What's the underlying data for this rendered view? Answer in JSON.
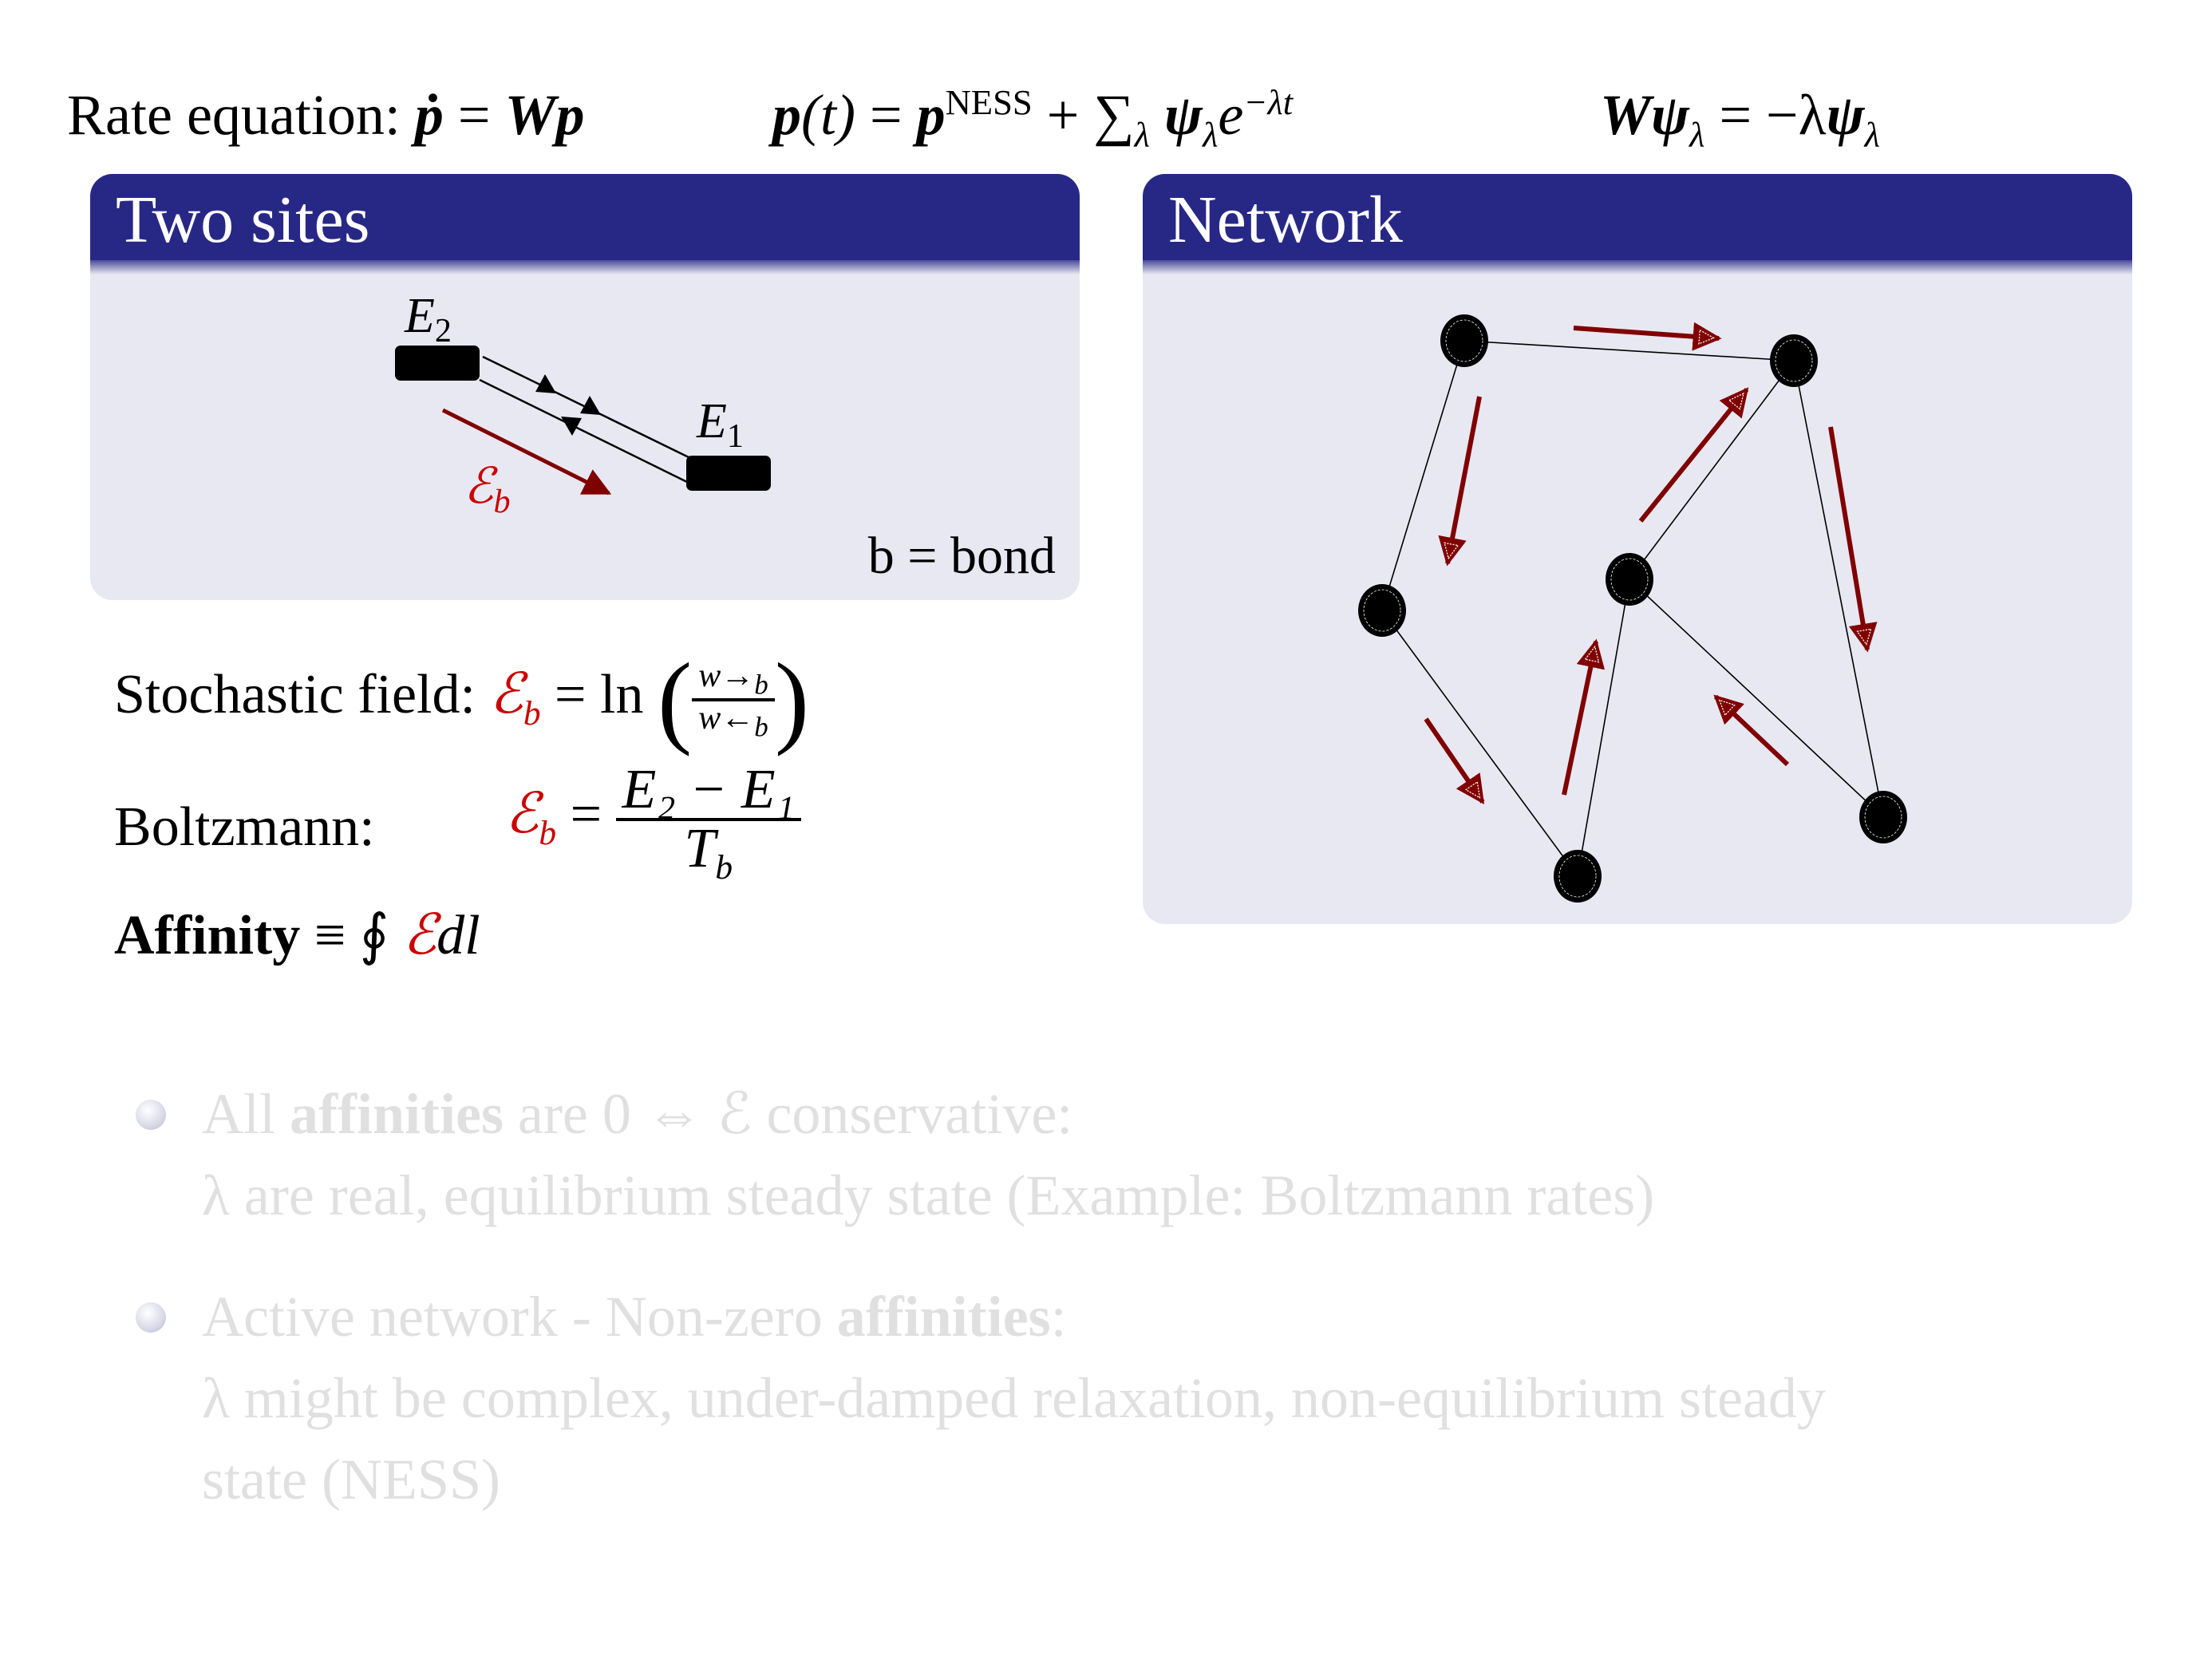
{
  "header_equations": {
    "rate_label": "Rate equation:",
    "rate_lhs": "ṗ",
    "rate_eq": " = ",
    "rate_rhs": "Wp",
    "decomp_lhs": "p",
    "decomp_arg": "(t)",
    "decomp_eq": " = ",
    "decomp_p": "p",
    "decomp_sup": "NESS",
    "decomp_plus": " + ∑",
    "decomp_sum_sub": "λ",
    "decomp_psi": " ψ",
    "decomp_psi_sub": "λ",
    "decomp_e": "e",
    "decomp_exp": "−λt",
    "eig_W": "W",
    "eig_psi": "ψ",
    "eig_sub": "λ",
    "eig_eq": " = −λ",
    "eig_psi2": "ψ",
    "eig_sub2": "λ"
  },
  "two_sites": {
    "title": "Two sites",
    "upper_level_label": "E",
    "upper_level_sub": "2",
    "lower_level_label": "E",
    "lower_level_sub": "1",
    "field_label": "ℰ",
    "field_sub": "b",
    "note": "b = bond"
  },
  "network": {
    "title": "Network",
    "node_count": 6,
    "edge_count": 7,
    "arrow_count": 7
  },
  "formulas": {
    "stochastic_label": "Stochastic field: ",
    "stochastic_E": "ℰ",
    "stochastic_sub": "b",
    "stochastic_eq": " = ln",
    "num_w": "w",
    "num_arrow": "→",
    "num_b": "b",
    "den_w": "w",
    "den_arrow": "←",
    "den_b": "b",
    "boltzmann_label": "Boltzmann:",
    "boltzmann_E": "ℰ",
    "boltzmann_sub": "b",
    "boltzmann_eq": " = ",
    "boltzmann_num": "E₂ − E₁",
    "boltzmann_den_T": "T",
    "boltzmann_den_sub": "b",
    "affinity_label": "Affinity",
    "affinity_def": " ≡ ∮ ",
    "affinity_E": "ℰ",
    "affinity_dl": "dl"
  },
  "bullets": [
    {
      "line1_a": "All ",
      "line1_bold": "affinities",
      "line1_b": " are 0   ⇔   ℰ conservative:",
      "line2": "λ are real, equilibrium steady state (Example: Boltzmann rates)"
    },
    {
      "line1_a": "Active network - Non-zero ",
      "line1_bold": "affinities",
      "line1_b": ":",
      "line2": "λ might be complex, under-damped relaxation, non-equilibrium steady",
      "line3": "state (NESS)"
    }
  ],
  "colors": {
    "block_header": "#272886",
    "block_body": "#e8e8f2",
    "field_red": "#cc0000",
    "arrow_darkred": "#800000",
    "faded_text": "#e0e0e0"
  }
}
